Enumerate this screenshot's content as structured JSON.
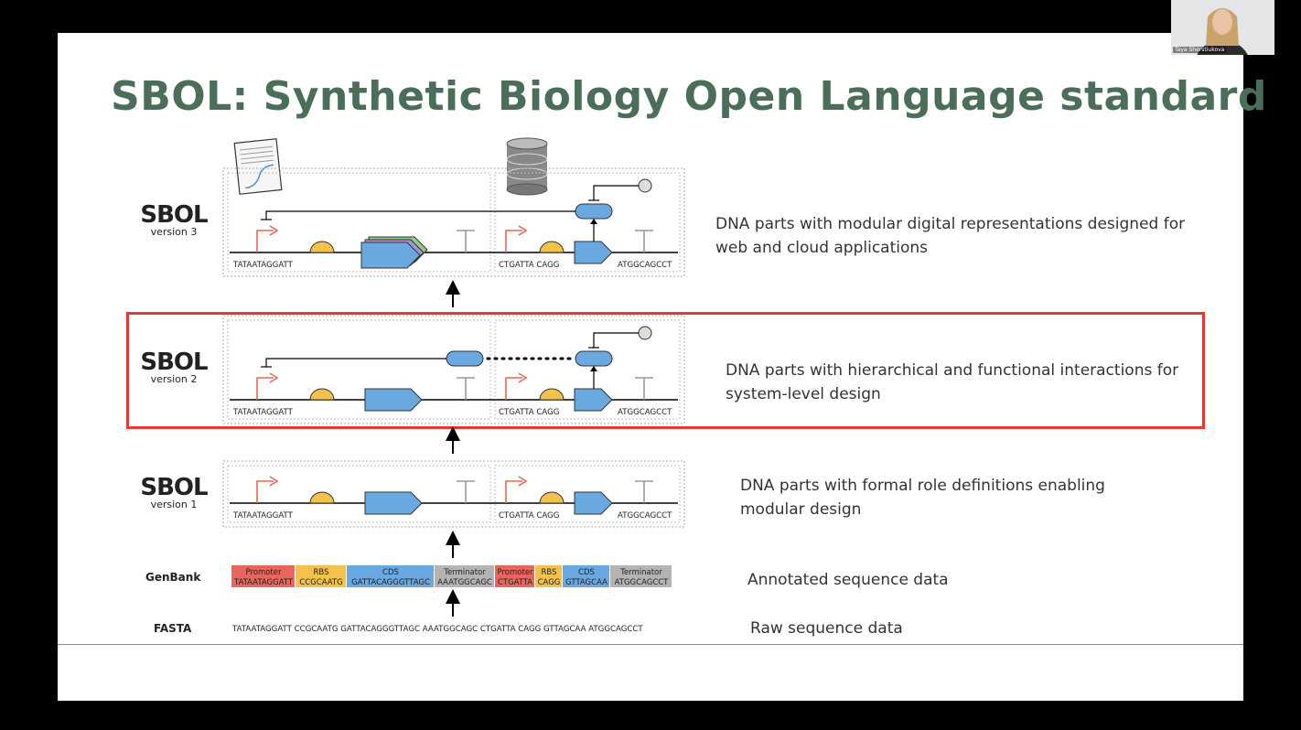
{
  "slide": {
    "title": "SBOL: Synthetic Biology Open Language standard"
  },
  "logos": [
    {
      "word": "SBOL",
      "version": "version 3"
    },
    {
      "word": "SBOL",
      "version": "version 2"
    },
    {
      "word": "SBOL",
      "version": "version 1"
    }
  ],
  "descriptions": {
    "v3": [
      "DNA parts with modular digital representations designed for",
      "web and cloud applications"
    ],
    "v2": [
      "DNA parts with hierarchical and functional interactions for",
      "system-level design"
    ],
    "v1": [
      "DNA parts with formal role definitions enabling",
      "modular design"
    ],
    "genbank": "Annotated sequence data",
    "fasta": "Raw sequence data"
  },
  "row_labels": {
    "genbank": "GenBank",
    "fasta": "FASTA"
  },
  "sequences": {
    "left_start": "TATAATAGGATT",
    "mid_left": "CTGATTA CAGG",
    "right_end": "ATGGCAGCCT",
    "fasta": "TATAATAGGATT CCGCAATG GATTACAGGGTTAGC AAATGGCAGC CTGATTA CAGG GTTAGCAA ATGGCAGCCT"
  },
  "genbank_blocks": [
    {
      "label": "Promoter",
      "seq": "TATAATAGGATT",
      "color": "#e8665c"
    },
    {
      "label": "RBS",
      "seq": "CCGCAATG",
      "color": "#f3c24b"
    },
    {
      "label": "CDS",
      "seq": "GATTACAGGGTTAGC",
      "color": "#6aa8e0"
    },
    {
      "label": "Terminator",
      "seq": "AAATGGCAGC",
      "color": "#b4b4b4"
    },
    {
      "label": "Promoter",
      "seq": "CTGATTA",
      "color": "#e8665c"
    },
    {
      "label": "RBS",
      "seq": "CAGG",
      "color": "#f3c24b"
    },
    {
      "label": "CDS",
      "seq": "GTTAGCAA",
      "color": "#6aa8e0"
    },
    {
      "label": "Terminator",
      "seq": "ATGGCAGCCT",
      "color": "#b4b4b4"
    }
  ],
  "colors": {
    "title": "#4b6e59",
    "highlight": "#e53a2f",
    "promoter_arrow": "#e8665c",
    "rbs": "#f3c24b",
    "cds": "#6aa8e0"
  },
  "webcam": {
    "participant_name": "Taya Sherstiukova"
  }
}
